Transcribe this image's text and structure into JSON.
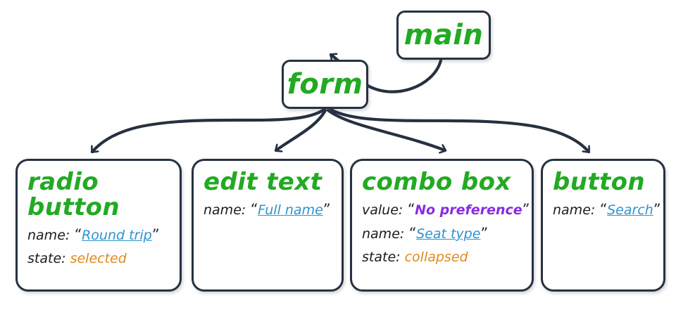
{
  "diagram": {
    "type": "accessibility-tree",
    "colors": {
      "node_border": "#263140",
      "node_fill": "#fefefe",
      "title_green": "#22aa22",
      "name_blue": "#2f93d0",
      "value_purple": "#8a2be2",
      "state_orange": "#e08a1e",
      "edge": "#263140"
    },
    "labels": {
      "name_key": "name:",
      "value_key": "value:",
      "state_key": "state:",
      "quote_open": "“",
      "quote_close": "”"
    },
    "nodes": {
      "main": {
        "title": "main"
      },
      "form": {
        "title": "form"
      },
      "radio_button": {
        "title": "radio button",
        "name": "Round trip",
        "state": "selected"
      },
      "edit_text": {
        "title": "edit text",
        "name": "Full name"
      },
      "combo_box": {
        "title": "combo box",
        "value": "No preference",
        "name": "Seat type",
        "state": "collapsed"
      },
      "button": {
        "title": "button",
        "name": "Search"
      }
    },
    "edges": [
      {
        "from": "main",
        "to": "form"
      },
      {
        "from": "form",
        "to": "radio_button"
      },
      {
        "from": "form",
        "to": "edit_text"
      },
      {
        "from": "form",
        "to": "combo_box"
      },
      {
        "from": "form",
        "to": "button"
      }
    ]
  }
}
